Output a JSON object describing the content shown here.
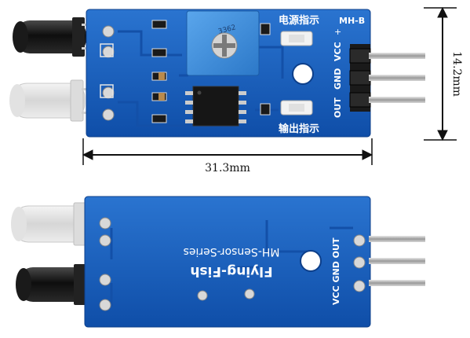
{
  "top_board": {
    "model_label": "MH-B",
    "pot_marking": "3362",
    "power_led_label": "电源指示",
    "output_led_label": "输出指示",
    "pin_vcc": "VCC",
    "pin_gnd": "GND",
    "pin_out": "OUT"
  },
  "bottom_board": {
    "brand": "Flying-Fish",
    "series": "MH-Sensor-Series",
    "pin_labels": "VCC GND OUT"
  },
  "dimensions": {
    "width_label": "31.3mm",
    "height_label": "14.2mm"
  },
  "colors": {
    "pcb_blue": "#1a63c0",
    "pcb_trace": "#1550a8",
    "potentiometer_blue": "#3f8fdc",
    "header_black": "#1a1a1a",
    "pin_silver": "#c8c8c8"
  }
}
